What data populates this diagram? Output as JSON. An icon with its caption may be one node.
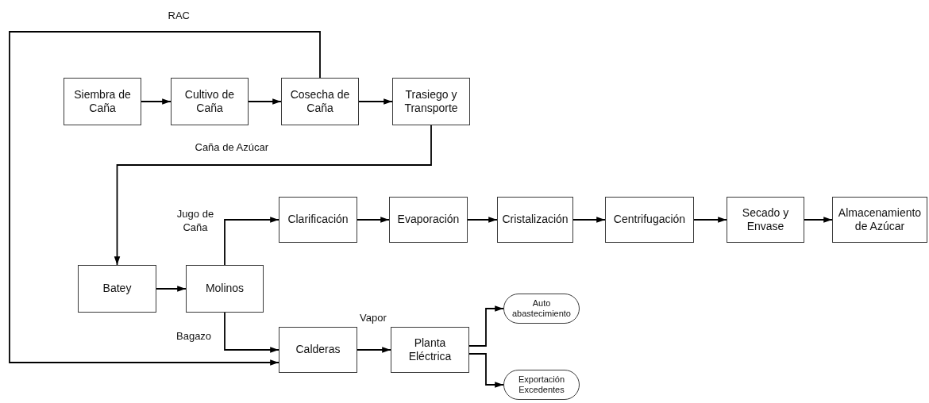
{
  "diagram": {
    "nodes": [
      {
        "text": [
          "Siembra de Caña"
        ]
      },
      {
        "text": [
          "Cultivo de Caña"
        ]
      },
      {
        "text": [
          "Cosecha de Caña"
        ]
      },
      {
        "text": [
          "Trasiego y Transporte"
        ]
      },
      {
        "text": [
          "Batey"
        ]
      },
      {
        "text": [
          "Molinos"
        ]
      },
      {
        "text": [
          "Clarificación"
        ]
      },
      {
        "text": [
          "Evaporación"
        ]
      },
      {
        "text": [
          "Cristalización"
        ]
      },
      {
        "text": [
          "Centrifugación"
        ]
      },
      {
        "text": [
          "Secado y Envase"
        ]
      },
      {
        "text": [
          "Almacenamiento de Azúcar"
        ]
      },
      {
        "text": [
          "Calderas"
        ]
      },
      {
        "text": [
          "Planta Eléctrica"
        ]
      },
      {
        "text": [
          "Auto abastecimiento"
        ]
      },
      {
        "text": [
          "Exportación Excedentes"
        ]
      }
    ],
    "edges": [
      {
        "from": 0,
        "to": 1,
        "arrow": "to"
      },
      {
        "from": 1,
        "to": 2,
        "arrow": "to"
      },
      {
        "from": 2,
        "to": 3,
        "arrow": "to"
      },
      {
        "from": 3,
        "to": 4,
        "arrow": "to",
        "label": "Caña de Azúcar"
      },
      {
        "from": 4,
        "to": 5,
        "arrow": "to"
      },
      {
        "from": 5,
        "to": 6,
        "arrow": "to",
        "label": "Jugo de Caña"
      },
      {
        "from": 6,
        "to": 7,
        "arrow": "to"
      },
      {
        "from": 7,
        "to": 8,
        "arrow": "to"
      },
      {
        "from": 8,
        "to": 9,
        "arrow": "to"
      },
      {
        "from": 9,
        "to": 10,
        "arrow": "to"
      },
      {
        "from": 10,
        "to": 11,
        "arrow": "to"
      },
      {
        "from": 5,
        "to": 12,
        "arrow": "to",
        "label": "Bagazo"
      },
      {
        "from": 12,
        "to": 13,
        "arrow": "to",
        "label": "Vapor"
      },
      {
        "from": 13,
        "to": 14,
        "arrow": "to"
      },
      {
        "from": 13,
        "to": 15,
        "arrow": "to"
      },
      {
        "from": 2,
        "to": 12,
        "arrow": "to",
        "label": "RAC"
      }
    ]
  }
}
